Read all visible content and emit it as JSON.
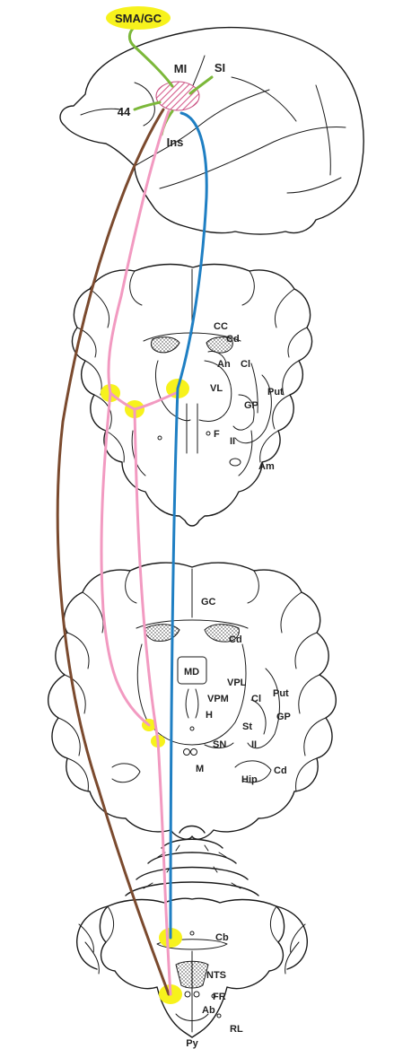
{
  "colors": {
    "highlight": "#f7f21c",
    "green": "#7cb83a",
    "pink": "#f29ac1",
    "brown": "#7b4a2e",
    "blue": "#1f7fc3",
    "hatch": "#d65c8c"
  },
  "cortex": {
    "sma_gc": "SMA/GC",
    "mi": "MI",
    "si": "SI",
    "area44": "44",
    "ins": "Ins"
  },
  "section1": {
    "cc": "CC",
    "cd": "Cd",
    "an": "An",
    "cl": "Cl",
    "vl": "VL",
    "put": "Put",
    "gp": "GP",
    "f": "F",
    "ii": "II",
    "am": "Am"
  },
  "section2": {
    "gc": "GC",
    "cd": "Cd",
    "md": "MD",
    "vpl": "VPL",
    "put": "Put",
    "vpm": "VPM",
    "cl": "Cl",
    "gp": "GP",
    "h": "H",
    "st": "St",
    "sn": "SN",
    "ii": "II",
    "m": "M",
    "hip": "Hip",
    "cd2": "Cd"
  },
  "section3": {
    "cb": "Cb",
    "nts": "NTS",
    "fr": "FR",
    "ab": "Ab",
    "rl": "RL",
    "py": "Py"
  }
}
